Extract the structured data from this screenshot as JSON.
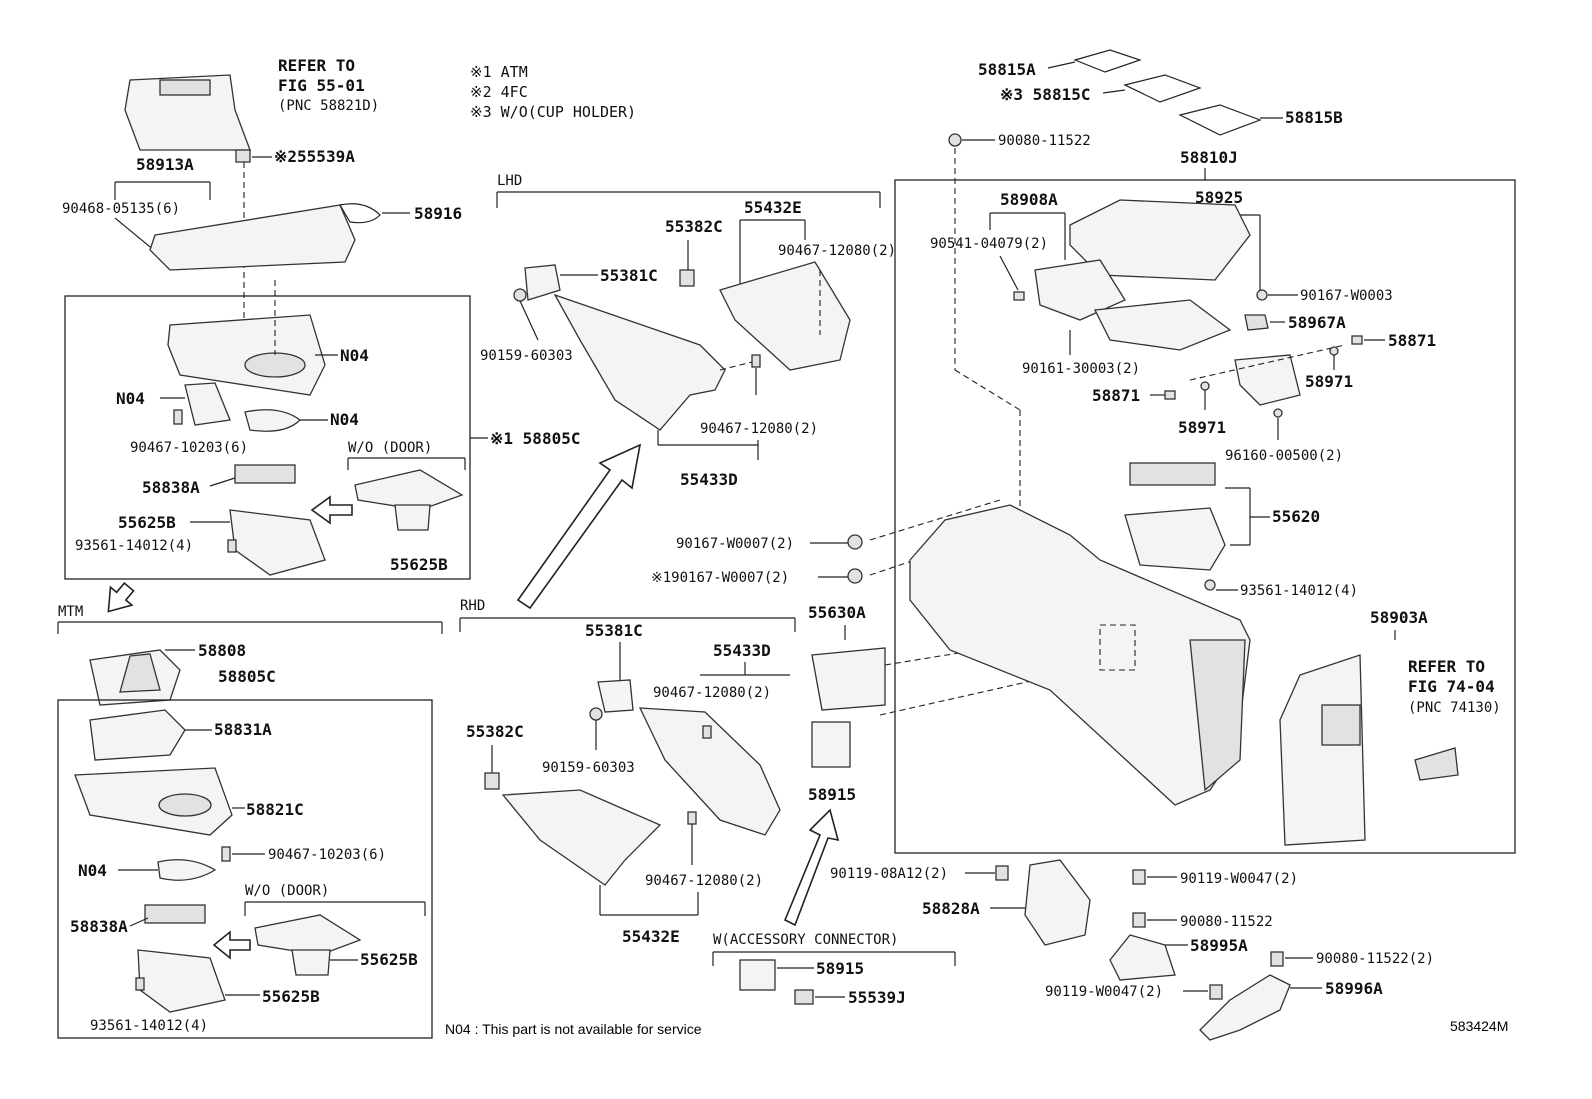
{
  "legend": {
    "note1": "※1  ATM",
    "note2": "※2  4FC",
    "note3": "※3  W/O(CUP HOLDER)"
  },
  "refer_top_left": {
    "line1": "REFER TO",
    "line2": "FIG 55-01",
    "line3": "(PNC 58821D)"
  },
  "refer_right": {
    "line1": "REFER TO",
    "line2": "FIG 74-04",
    "line3": "(PNC 74130)"
  },
  "groups": {
    "lhd": "LHD",
    "rhd": "RHD",
    "mtm": "MTM",
    "wo_door_1": "W/O (DOOR)",
    "wo_door_2": "W/O (DOOR)",
    "w_accessory": "W(ACCESSORY CONNECTOR)"
  },
  "footer": {
    "note": "N04 : This part is not available for service",
    "code": "583424M"
  },
  "labels": {
    "p58913A": "58913A",
    "p55539A": "※255539A",
    "p90468": "90468-05135(6)",
    "p58916": "58916",
    "pN04a": "N04",
    "pN04b": "N04",
    "pN04c": "N04",
    "p90467_10203a": "90467-10203(6)",
    "p58805C_atm": "※1 58805C",
    "p58838A_a": "58838A",
    "p55625B_a": "55625B",
    "p55625B_b": "55625B",
    "p93561_a": "93561-14012(4)",
    "p58808": "58808",
    "p58805C": "58805C",
    "p58831A": "58831A",
    "p58821C": "58821C",
    "p90467_10203b": "90467-10203(6)",
    "pN04d": "N04",
    "p58838A_b": "58838A",
    "p55625B_c": "55625B",
    "p55625B_d": "55625B",
    "p93561_b": "93561-14012(4)",
    "p55432E_l": "55432E",
    "p55382C_l": "55382C",
    "p55381C_l": "55381C",
    "p90467_12080_a": "90467-12080(2)",
    "p90159_a": "90159-60303",
    "p90467_12080_b": "90467-12080(2)",
    "p55433D_l": "55433D",
    "p55381C_r": "55381C",
    "p55433D_r": "55433D",
    "p90467_12080_c": "90467-12080(2)",
    "p55382C_r": "55382C",
    "p90159_b": "90159-60303",
    "p90467_12080_d": "90467-12080(2)",
    "p55432E_r": "55432E",
    "p90167_W0007_a": "90167-W0007(2)",
    "p90167_W0007_b": "※190167-W0007(2)",
    "p55630A": "55630A",
    "p58915_a": "58915",
    "p58915_b": "58915",
    "p55539J": "55539J",
    "p58815A": "58815A",
    "p58815C": "※3 58815C",
    "p58815B": "58815B",
    "p90080_a": "90080-11522",
    "p58810J": "58810J",
    "p58908A": "58908A",
    "p58925": "58925",
    "p90541": "90541-04079(2)",
    "p90167_W0003": "90167-W0003",
    "p58967A": "58967A",
    "p58871_a": "58871",
    "p90161": "90161-30003(2)",
    "p58971_a": "58971",
    "p58871_b": "58871",
    "p58971_b": "58971",
    "p96160": "96160-00500(2)",
    "p55620": "55620",
    "p93561_c": "93561-14012(4)",
    "p58903A": "58903A",
    "p90119_08A12": "90119-08A12(2)",
    "p58828A": "58828A",
    "p90119_W0047_a": "90119-W0047(2)",
    "p90080_b": "90080-11522",
    "p58995A": "58995A",
    "p90080_c": "90080-11522(2)",
    "p90119_W0047_b": "90119-W0047(2)",
    "p58996A": "58996A"
  }
}
